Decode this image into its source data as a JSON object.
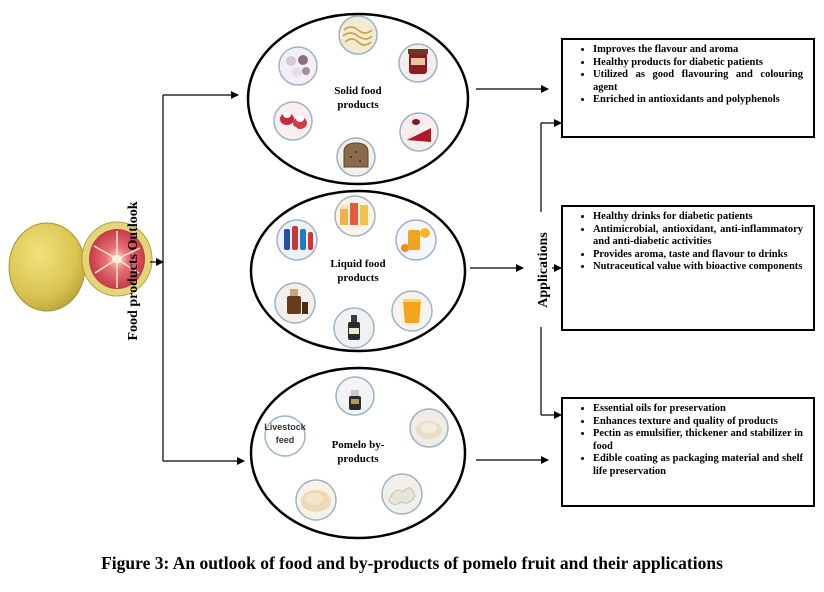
{
  "side_label": "Food products Outlook",
  "applications_label": "Applications",
  "ellipses": {
    "solid": "Solid food products",
    "liquid": "Liquid food products",
    "byproducts": "Pomelo by-products"
  },
  "thumb_text": {
    "livestock": "Livestock feed"
  },
  "applications": {
    "solid": [
      "Improves the flavour and aroma",
      "Healthy products for diabetic patients",
      "Utilized as good flavouring and colouring agent",
      "Enriched in antioxidants and polyphenols"
    ],
    "liquid": [
      "Healthy drinks for diabetic patients",
      "Antimicrobial, antioxidant, anti-inflammatory and anti-diabetic activities",
      "Provides aroma, taste and flavour to drinks",
      "Nutraceutical value with bioactive components"
    ],
    "byproducts": [
      "Essential oils for preservation",
      "Enhances texture and quality of products",
      "Pectin as emulsifier, thickener and stabilizer in food",
      "Edible coating as packaging material and shelf life preservation"
    ]
  },
  "caption": "Figure 3: An outlook of food and by-products of pomelo fruit and their applications"
}
